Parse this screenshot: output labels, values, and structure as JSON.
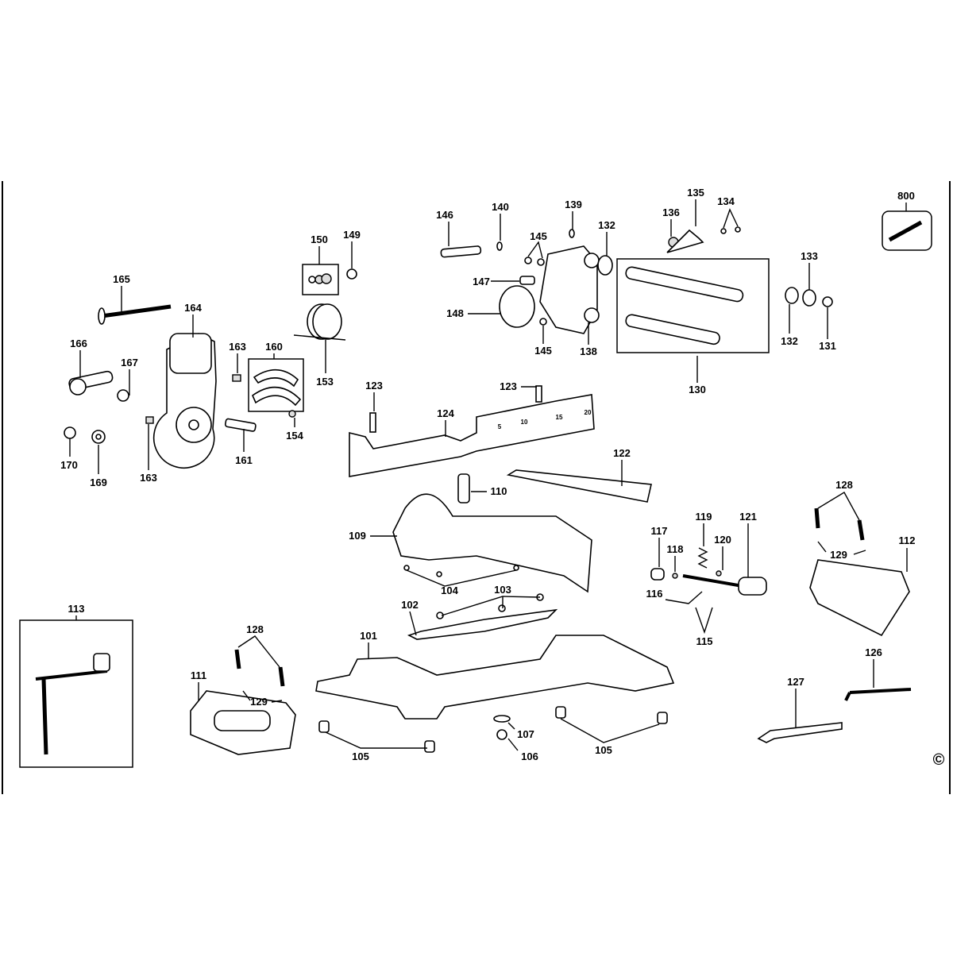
{
  "title": "Exploded parts diagram",
  "callouts": [
    {
      "label": "165"
    },
    {
      "label": "164"
    },
    {
      "label": "166"
    },
    {
      "label": "167"
    },
    {
      "label": "163"
    },
    {
      "label": "160"
    },
    {
      "label": "153"
    },
    {
      "label": "150"
    },
    {
      "label": "149"
    },
    {
      "label": "170"
    },
    {
      "label": "169"
    },
    {
      "label": "163"
    },
    {
      "label": "161"
    },
    {
      "label": "154"
    },
    {
      "label": "123"
    },
    {
      "label": "124"
    },
    {
      "label": "123"
    },
    {
      "label": "146"
    },
    {
      "label": "140"
    },
    {
      "label": "139"
    },
    {
      "label": "145"
    },
    {
      "label": "147"
    },
    {
      "label": "148"
    },
    {
      "label": "145"
    },
    {
      "label": "138"
    },
    {
      "label": "132"
    },
    {
      "label": "136"
    },
    {
      "label": "135"
    },
    {
      "label": "134"
    },
    {
      "label": "800"
    },
    {
      "label": "133"
    },
    {
      "label": "132"
    },
    {
      "label": "131"
    },
    {
      "label": "130"
    },
    {
      "label": "122"
    },
    {
      "label": "110"
    },
    {
      "label": "109"
    },
    {
      "label": "117"
    },
    {
      "label": "118"
    },
    {
      "label": "119"
    },
    {
      "label": "120"
    },
    {
      "label": "121"
    },
    {
      "label": "128"
    },
    {
      "label": "129"
    },
    {
      "label": "112"
    },
    {
      "label": "104"
    },
    {
      "label": "103"
    },
    {
      "label": "102"
    },
    {
      "label": "116"
    },
    {
      "label": "115"
    },
    {
      "label": "113"
    },
    {
      "label": "128"
    },
    {
      "label": "101"
    },
    {
      "label": "111"
    },
    {
      "label": "129"
    },
    {
      "label": "126"
    },
    {
      "label": "127"
    },
    {
      "label": "107"
    },
    {
      "label": "105"
    },
    {
      "label": "106"
    },
    {
      "label": "105"
    }
  ],
  "fence_scale": [
    "5",
    "10",
    "15",
    "20"
  ],
  "copyright": "©"
}
